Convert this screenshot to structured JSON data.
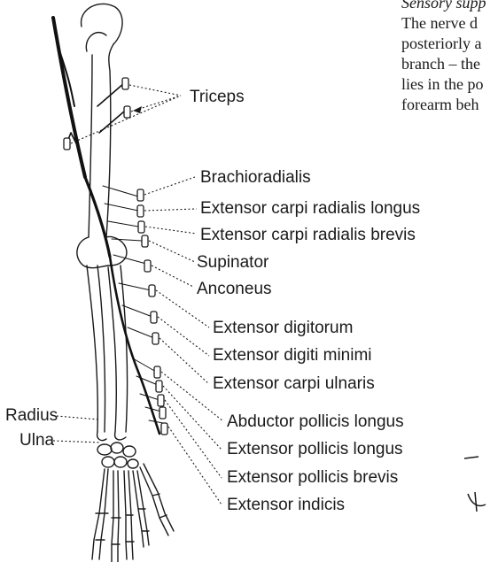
{
  "labels": {
    "triceps": "Triceps",
    "brachioradialis": "Brachioradialis",
    "ecrl": "Extensor carpi radialis longus",
    "ecrb": "Extensor carpi radialis brevis",
    "supinator": "Supinator",
    "anconeus": "Anconeus",
    "ext_digitorum": "Extensor digitorum",
    "ext_digiti_minimi": "Extensor digiti minimi",
    "ext_carpi_ulnaris": "Extensor carpi ulnaris",
    "abd_poll_longus": "Abductor pollicis longus",
    "ext_poll_longus": "Extensor pollicis longus",
    "ext_poll_brevis": "Extensor pollicis brevis",
    "ext_indicis": "Extensor indicis",
    "radius": "Radius",
    "ulna": "Ulna"
  },
  "body_text": [
    "Sensory supp",
    "The nerve d",
    "posteriorly a",
    "branch – the",
    "lies in the po",
    "forearm beh"
  ]
}
